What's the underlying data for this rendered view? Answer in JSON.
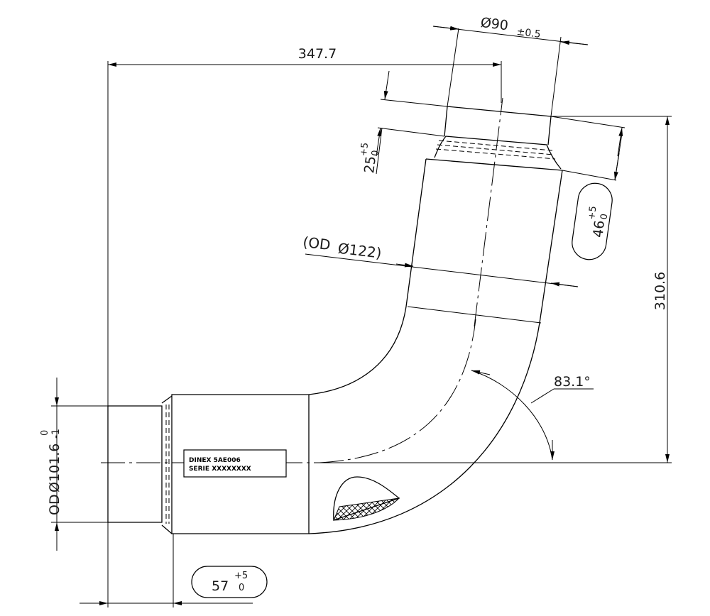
{
  "dimensions": {
    "overall_width": "347.7",
    "outlet_diameter": "Ø90",
    "outlet_diameter_tol": "±0.5",
    "outlet_length": "25",
    "outlet_length_tol_upper": "+5",
    "outlet_length_tol_lower": "0",
    "outlet_insertion": "46",
    "outlet_insertion_tol_upper": "+5",
    "outlet_insertion_tol_lower": "0",
    "pipe_od_open": "(OD",
    "pipe_od_value": "Ø122)",
    "overall_height": "310.6",
    "bend_angle": "83.1°",
    "inlet_od_prefix": "OD",
    "inlet_od_value": "Ø101.6",
    "inlet_od_tol_upper": "0",
    "inlet_od_tol_lower": "-1",
    "inlet_length": "57",
    "inlet_length_tol_upper": "+5",
    "inlet_length_tol_lower": "0"
  },
  "label_plate": {
    "line1": "DINEX 5AE006",
    "line2": "SERIE XXXXXXXX"
  }
}
